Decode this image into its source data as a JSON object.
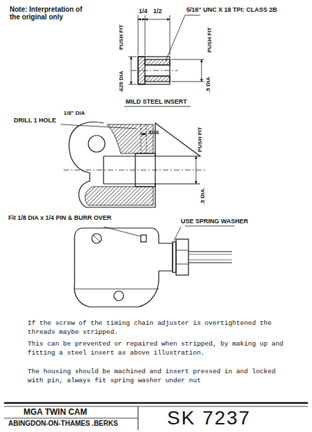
{
  "diagram": {
    "nodes": [
      {
        "text": [
          "MGA TWIN CAM",
          "ABINGDON-ON-THAMES .BERKS",
          "SK 7237"
        ]
      }
    ],
    "labels": [
      "Note: Interpretation of the original only",
      "1/4",
      "1/2",
      "5/16\" UNC X 18 TPI: CLASS 2B",
      "PUSH FIT",
      "PUSH FIT",
      ".625 DIA",
      ".5 DIA",
      "MILD STEEL INSERT",
      "DRILL 1 HOLE",
      "1/8\" DIA",
      "3/16",
      "PUSH FIT",
      ".5 DIA.",
      "Fit 1/8 DIA x 1/4 PIN & BURR OVER",
      "USE SPRING WASHER",
      "If the screw of the timing chain adjuster is overtightened the threads maybe stripped.",
      "This can be prevented or repaired when stripped, by making up and fitting a steel insert as above illustration.",
      "The housing should be machined and insert pressed in and locked with pin, always fit spring washer under nut"
    ]
  }
}
